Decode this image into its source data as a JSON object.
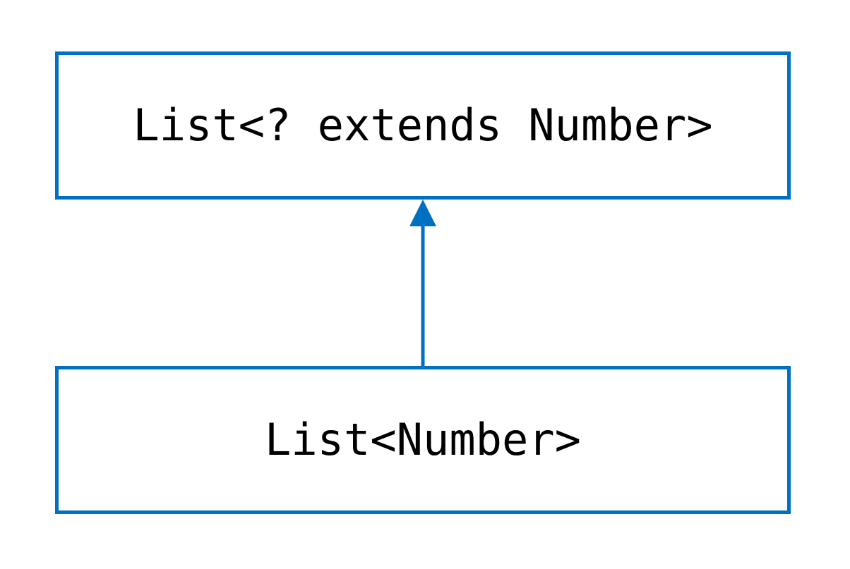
{
  "diagram": {
    "nodes": [
      {
        "id": "supertype",
        "label": "List<? extends Number>"
      },
      {
        "id": "subtype",
        "label": "List<Number>"
      }
    ],
    "edges": [
      {
        "from": "subtype",
        "to": "supertype",
        "arrow": "triangle-head"
      }
    ],
    "colors": {
      "border": "#0070C0",
      "arrow": "#0070C0",
      "text": "#000000",
      "background": "#FFFFFF"
    }
  }
}
